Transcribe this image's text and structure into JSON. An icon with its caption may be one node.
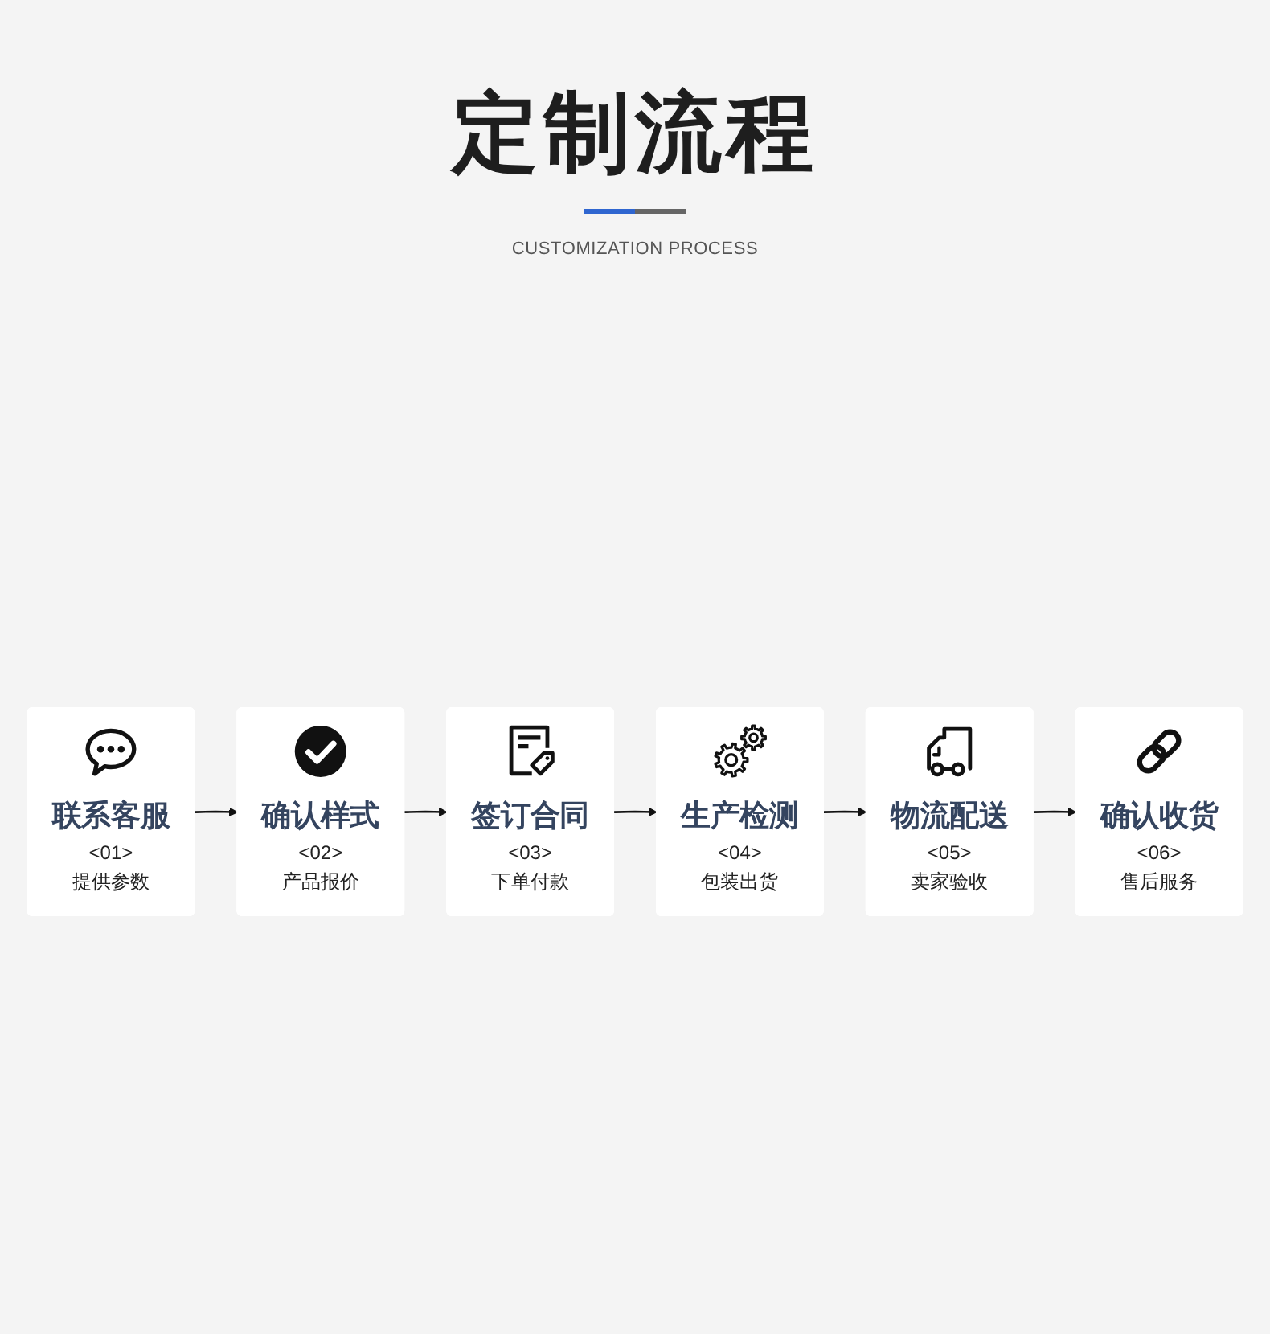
{
  "diagram": {
    "title": "定制流程",
    "nodes": [
      {
        "text": [
          "联系客服",
          "<01>",
          "提供参数"
        ]
      },
      {
        "text": [
          "确认样式",
          "<02>",
          "产品报价"
        ]
      },
      {
        "text": [
          "签订合同",
          "<03>",
          "下单付款"
        ]
      },
      {
        "text": [
          "生产检测",
          "<04>",
          "包装出货"
        ]
      },
      {
        "text": [
          "物流配送",
          "<05>",
          "卖家验收"
        ]
      },
      {
        "text": [
          "确认收货",
          "<06>",
          "售后服务"
        ]
      }
    ],
    "edges": [
      {
        "from": 0,
        "to": 1,
        "arrow": "to"
      },
      {
        "from": 1,
        "to": 2,
        "arrow": "to"
      },
      {
        "from": 2,
        "to": 3,
        "arrow": "to"
      },
      {
        "from": 3,
        "to": 4,
        "arrow": "to"
      },
      {
        "from": 4,
        "to": 5,
        "arrow": "to"
      }
    ],
    "labels": [
      "CUSTOMIZATION PROCESS"
    ]
  }
}
